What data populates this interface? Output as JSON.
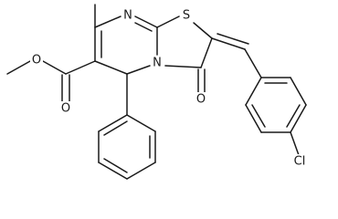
{
  "molecule": {
    "atoms": [
      {
        "id": "O_ester_single",
        "label": "O"
      },
      {
        "id": "O_ester_carbonyl",
        "label": "O"
      },
      {
        "id": "N_ring_top",
        "label": "N"
      },
      {
        "id": "N_ring_junction",
        "label": "N"
      },
      {
        "id": "S_ring",
        "label": "S"
      },
      {
        "id": "O_ketone",
        "label": "O"
      },
      {
        "id": "Cl_substituent",
        "label": "Cl"
      }
    ]
  }
}
